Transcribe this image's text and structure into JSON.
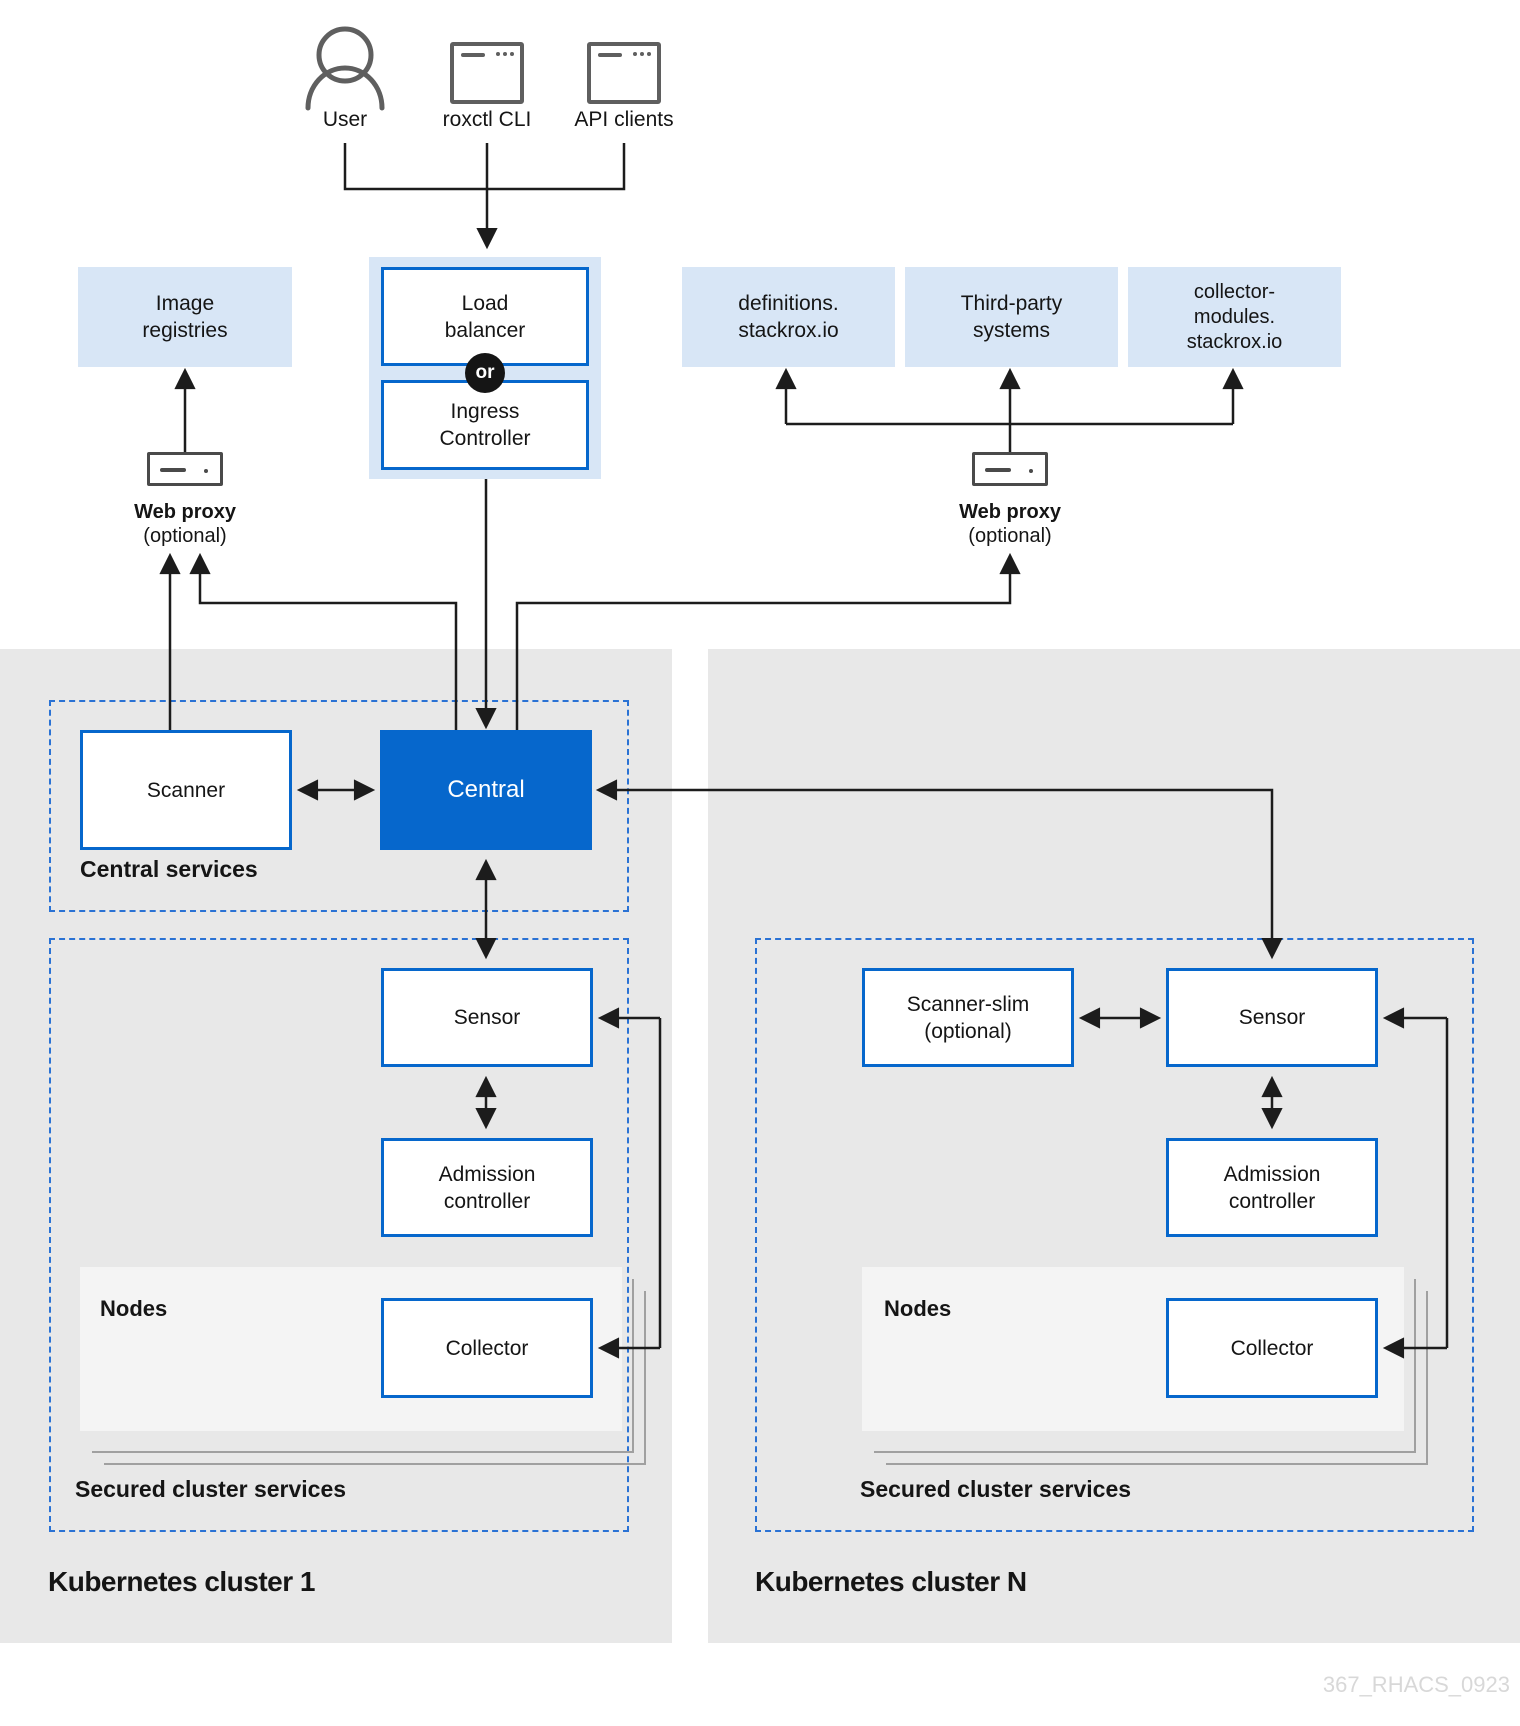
{
  "clients": {
    "user": {
      "label": "User"
    },
    "roxctl": {
      "label": "roxctl CLI"
    },
    "api": {
      "label": "API clients"
    }
  },
  "entry": {
    "load_balancer": {
      "lines": [
        "Load",
        "balancer"
      ]
    },
    "or_label": "or",
    "ingress": {
      "lines": [
        "Ingress",
        "Controller"
      ]
    }
  },
  "external": {
    "image_registries": {
      "lines": [
        "Image",
        "registries"
      ]
    },
    "definitions": {
      "lines": [
        "definitions.",
        "stackrox.io"
      ]
    },
    "third_party": {
      "lines": [
        "Third-party",
        "systems"
      ]
    },
    "collector_modules": {
      "lines": [
        "collector-",
        "modules.",
        "stackrox.io"
      ]
    }
  },
  "web_proxy_left": {
    "label": "Web proxy",
    "sublabel": "(optional)"
  },
  "web_proxy_right": {
    "label": "Web proxy",
    "sublabel": "(optional)"
  },
  "central_services": {
    "title": "Central services",
    "scanner": "Scanner",
    "central": "Central"
  },
  "cluster1": {
    "title": "Kubernetes cluster 1",
    "secured_title": "Secured cluster services",
    "sensor": "Sensor",
    "admission": {
      "lines": [
        "Admission",
        "controller"
      ]
    },
    "nodes_label": "Nodes",
    "collector": "Collector"
  },
  "clusterN": {
    "title": "Kubernetes cluster N",
    "secured_title": "Secured cluster services",
    "scanner_slim": {
      "lines": [
        "Scanner-slim",
        "(optional)"
      ]
    },
    "sensor": "Sensor",
    "admission": {
      "lines": [
        "Admission",
        "controller"
      ]
    },
    "nodes_label": "Nodes",
    "collector": "Collector"
  },
  "watermark": "367_RHACS_0923",
  "colors": {
    "accent_blue": "#0667cc",
    "light_blue_fill": "#d8e6f6",
    "dashed_border": "#2a72d4",
    "panel_gray": "#e8e8e8",
    "nodes_gray": "#f4f4f4",
    "line_black": "#1c1c1c"
  }
}
